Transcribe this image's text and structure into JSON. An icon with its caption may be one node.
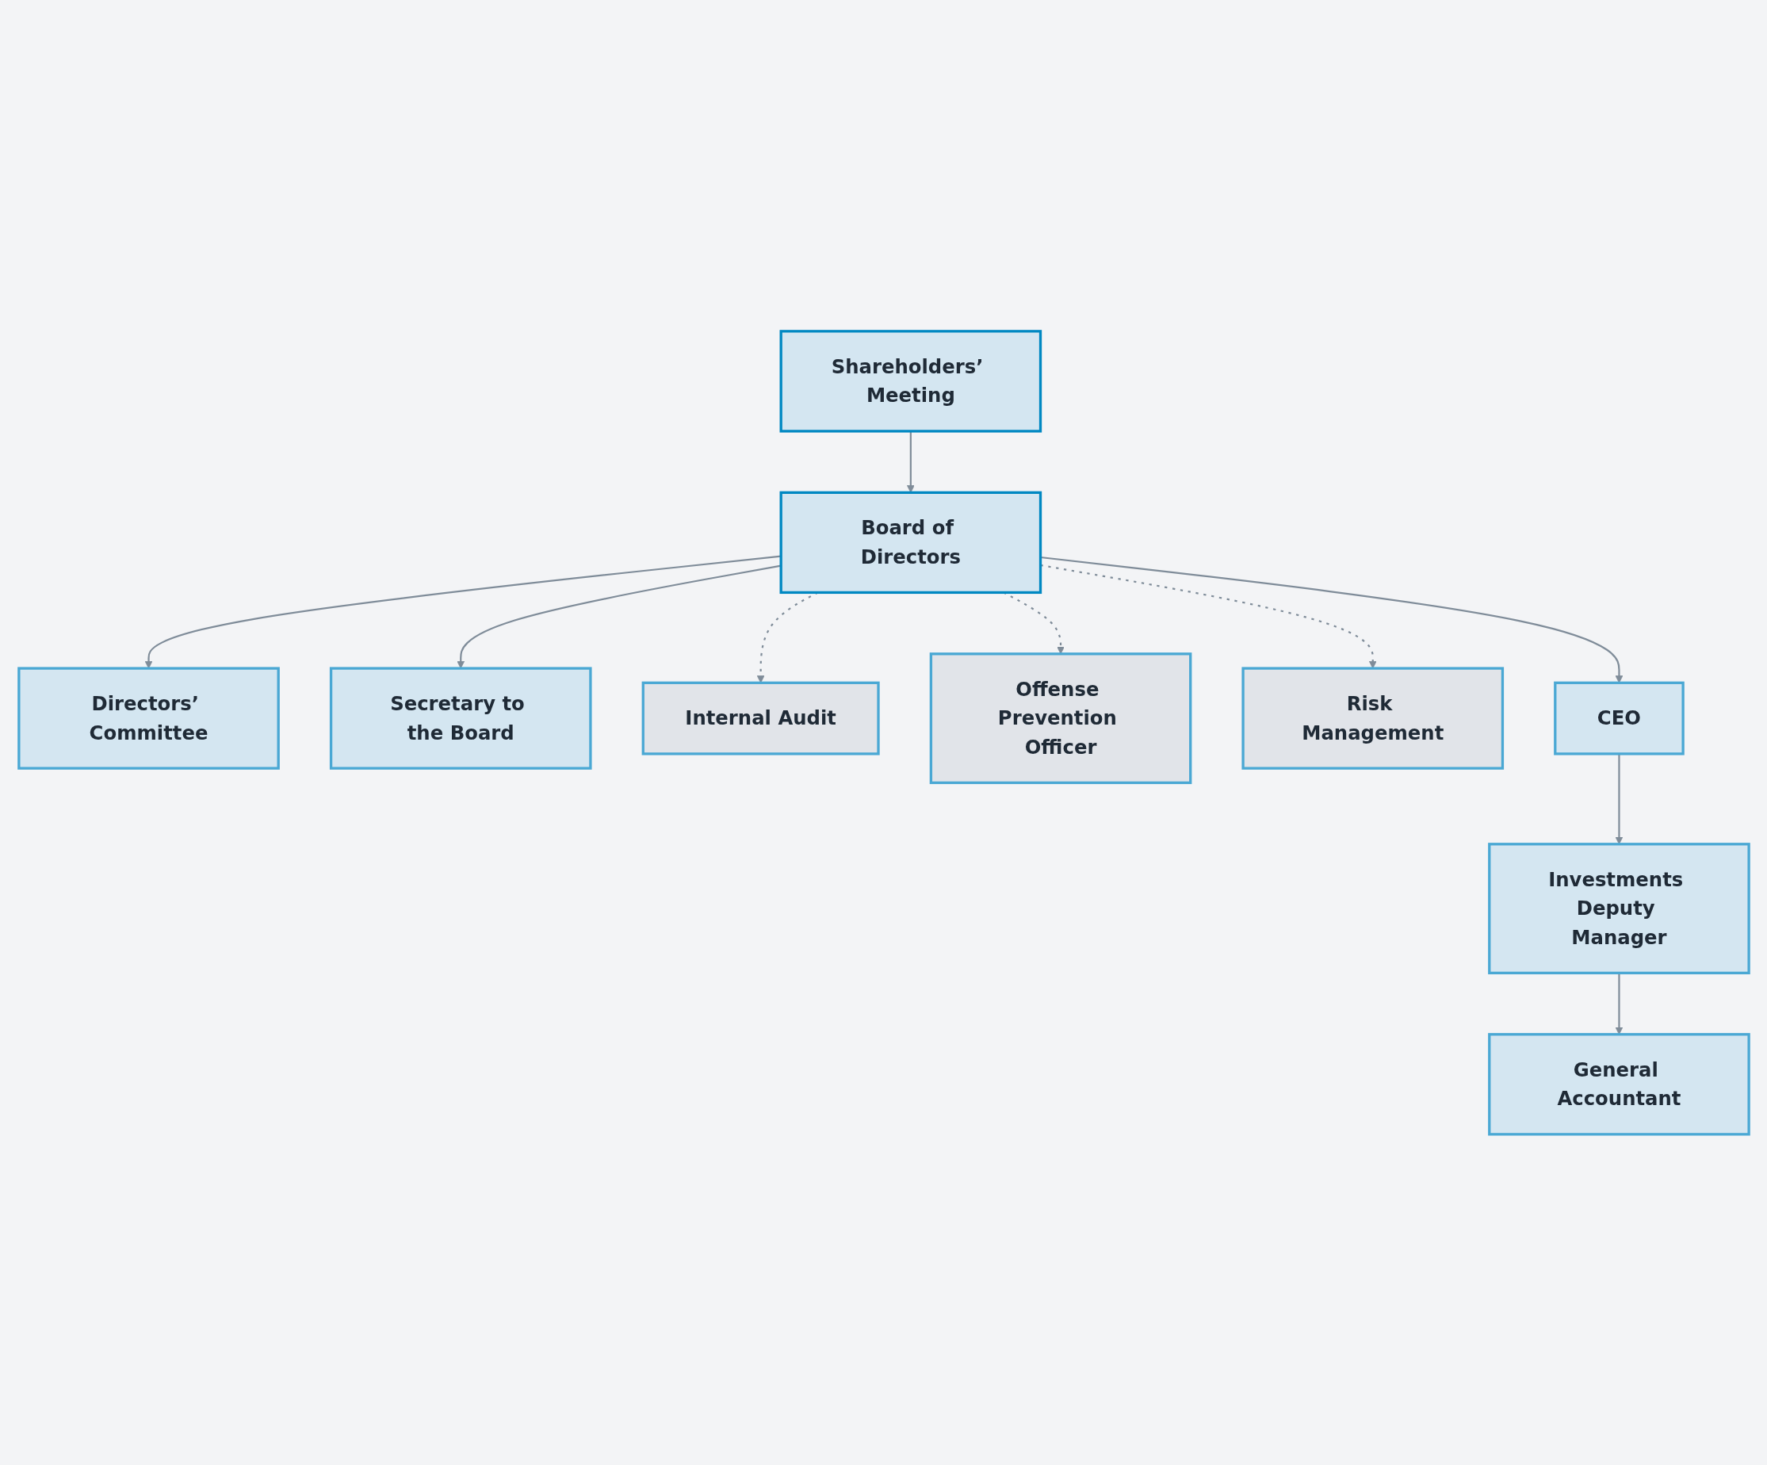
{
  "diagram": {
    "nodes": [
      {
        "text": [
          "Shareholders’ Meeting"
        ]
      },
      {
        "text": [
          "Board of Directors"
        ]
      },
      {
        "text": [
          "Directors’ Committee"
        ]
      },
      {
        "text": [
          "Secretary to the Board"
        ]
      },
      {
        "text": [
          "Internal Audit"
        ]
      },
      {
        "text": [
          "Offense Prevention Officer"
        ]
      },
      {
        "text": [
          "Risk Management"
        ]
      },
      {
        "text": [
          "CEO"
        ]
      },
      {
        "text": [
          "Investments Deputy Manager"
        ]
      },
      {
        "text": [
          "General Accountant"
        ]
      }
    ],
    "edges": [
      {
        "from": 0,
        "to": 1,
        "arrow": "to"
      },
      {
        "from": 1,
        "to": 2,
        "arrow": "to"
      },
      {
        "from": 1,
        "to": 3,
        "arrow": "to"
      },
      {
        "from": 1,
        "to": 4,
        "arrow": "to",
        "style": "dashed"
      },
      {
        "from": 1,
        "to": 5,
        "arrow": "to",
        "style": "dashed"
      },
      {
        "from": 1,
        "to": 6,
        "arrow": "to",
        "style": "dashed"
      },
      {
        "from": 1,
        "to": 7,
        "arrow": "to"
      },
      {
        "from": 7,
        "to": 8,
        "arrow": "to"
      },
      {
        "from": 8,
        "to": 9,
        "arrow": "to"
      }
    ]
  }
}
